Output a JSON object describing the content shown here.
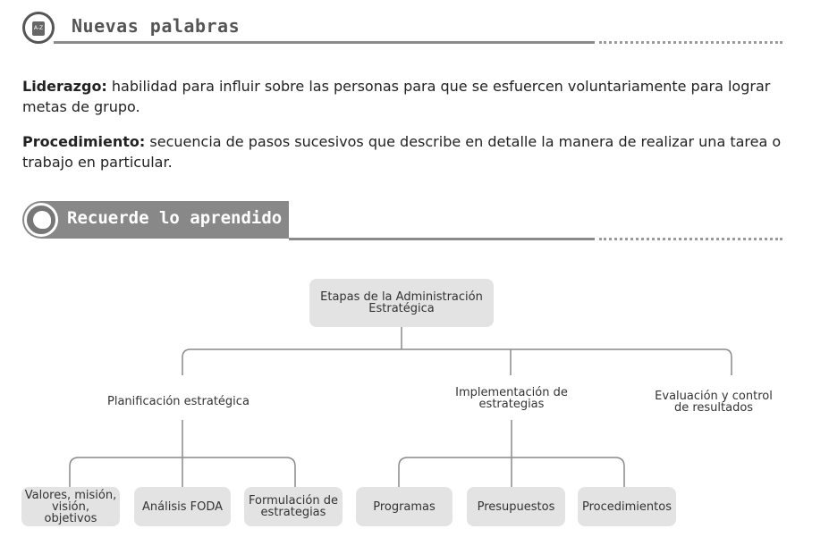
{
  "section1": {
    "title": "Nuevas palabras",
    "badge_text": "A-Z",
    "icon": "dictionary-icon"
  },
  "definitions": [
    {
      "term": "Liderazgo:",
      "text": " habilidad para influir sobre las personas para que se esfuercen voluntariamente para lograr metas de grupo."
    },
    {
      "term": "Procedimiento:",
      "text": " secuencia de pasos sucesivos que describe en detalle la manera de realizar una tarea o trabajo en particular."
    }
  ],
  "section2": {
    "title": "Recuerde lo aprendido",
    "icon": "head-brain-icon"
  },
  "diagram": {
    "root": "Etapas de la Administración Estratégica",
    "branches": [
      {
        "label": "Planificación estratégica",
        "children": [
          "Valores, misión, visión, objetivos",
          "Análisis FODA",
          "Formulación de estrategias"
        ]
      },
      {
        "label": "Implementación de estrategias",
        "children": [
          "Programas",
          "Presupuestos",
          "Procedimientos"
        ]
      },
      {
        "label": "Evaluación y control de resultados",
        "children": []
      }
    ]
  },
  "colors": {
    "node_fill": "#e3e3e3",
    "line": "#8a8a8a",
    "banner": "#888888"
  }
}
